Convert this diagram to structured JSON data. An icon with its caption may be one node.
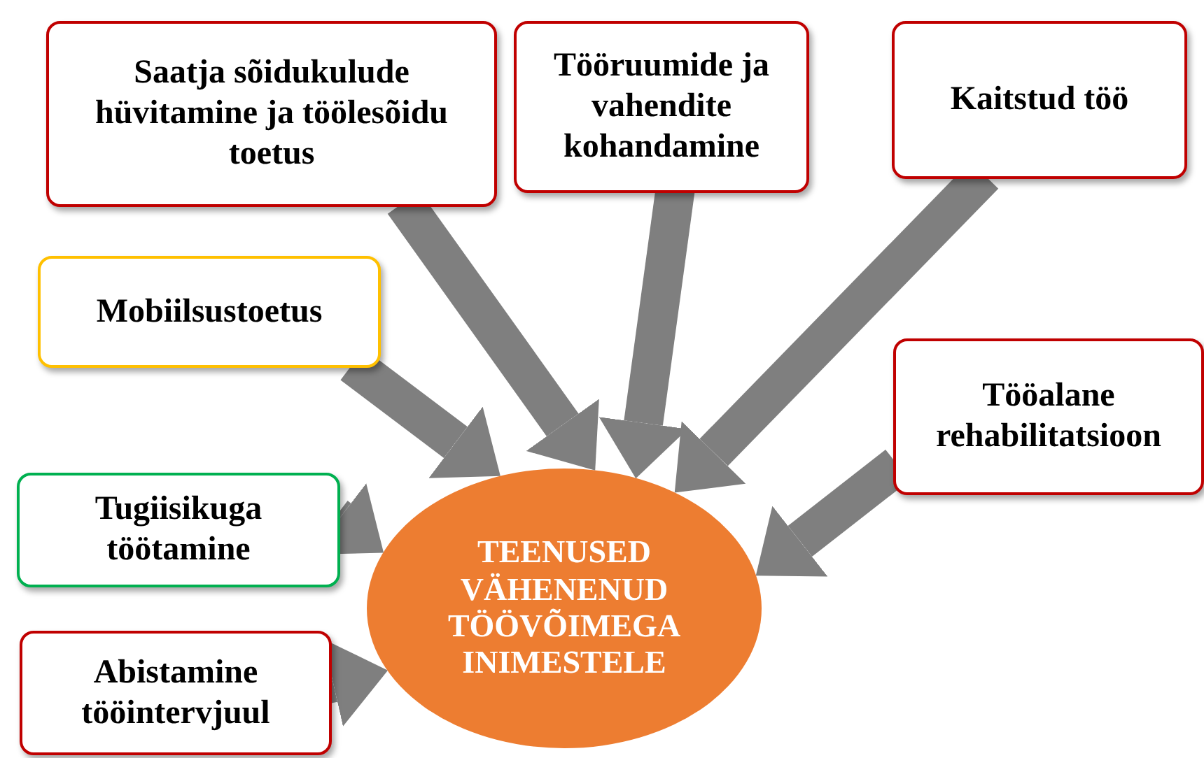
{
  "diagram": {
    "nodes": [
      {
        "text": [
          "Saatja sõidukulude hüvitamine ja töölesõidu toetus"
        ]
      },
      {
        "text": [
          "Tööruumide ja vahendite kohandamine"
        ]
      },
      {
        "text": [
          "Kaitstud töö"
        ]
      },
      {
        "text": [
          "Mobiilsustoetus"
        ]
      },
      {
        "text": [
          "Tööalane rehabilitatsioon"
        ]
      },
      {
        "text": [
          "Tugiisikuga töötamine"
        ]
      },
      {
        "text": [
          "Abistamine tööintervjuul"
        ]
      },
      {
        "text": [
          "TEENUSED VÄHENENUD TÖÖVÕIMEGA INIMESTELE"
        ]
      }
    ],
    "edges": [
      {
        "from": 0,
        "to": 7,
        "arrow": "to"
      },
      {
        "from": 1,
        "to": 7,
        "arrow": "to"
      },
      {
        "from": 2,
        "to": 7,
        "arrow": "to"
      },
      {
        "from": 3,
        "to": 7,
        "arrow": "to"
      },
      {
        "from": 4,
        "to": 7,
        "arrow": "to"
      },
      {
        "from": 5,
        "to": 7,
        "arrow": "to"
      },
      {
        "from": 6,
        "to": 7,
        "arrow": "to"
      }
    ]
  }
}
